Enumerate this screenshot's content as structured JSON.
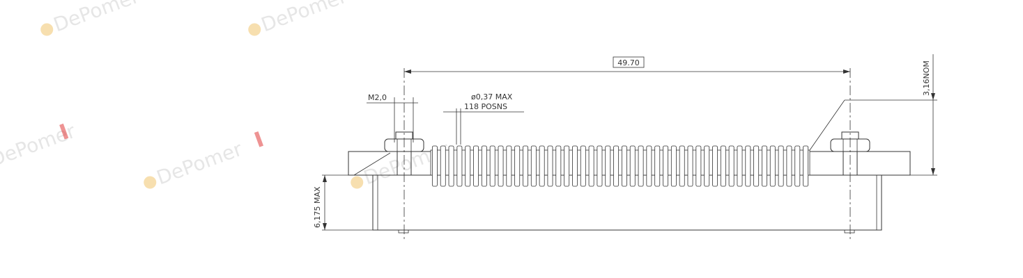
{
  "dimensions": {
    "overall_length": "49.70",
    "mounting_thread": "M2,0",
    "pin_diameter": "ø0,37  MAX",
    "positions": "118  POSNS",
    "height_left": "6,175  MAX",
    "height_right": "3,16NOM"
  },
  "watermark": {
    "text": "DePomer"
  },
  "colors": {
    "line": "#333333",
    "watermark_text": "#c8c8c8",
    "watermark_accent": "#e03a3a"
  },
  "connector": {
    "pin_count_drawn": 46
  }
}
